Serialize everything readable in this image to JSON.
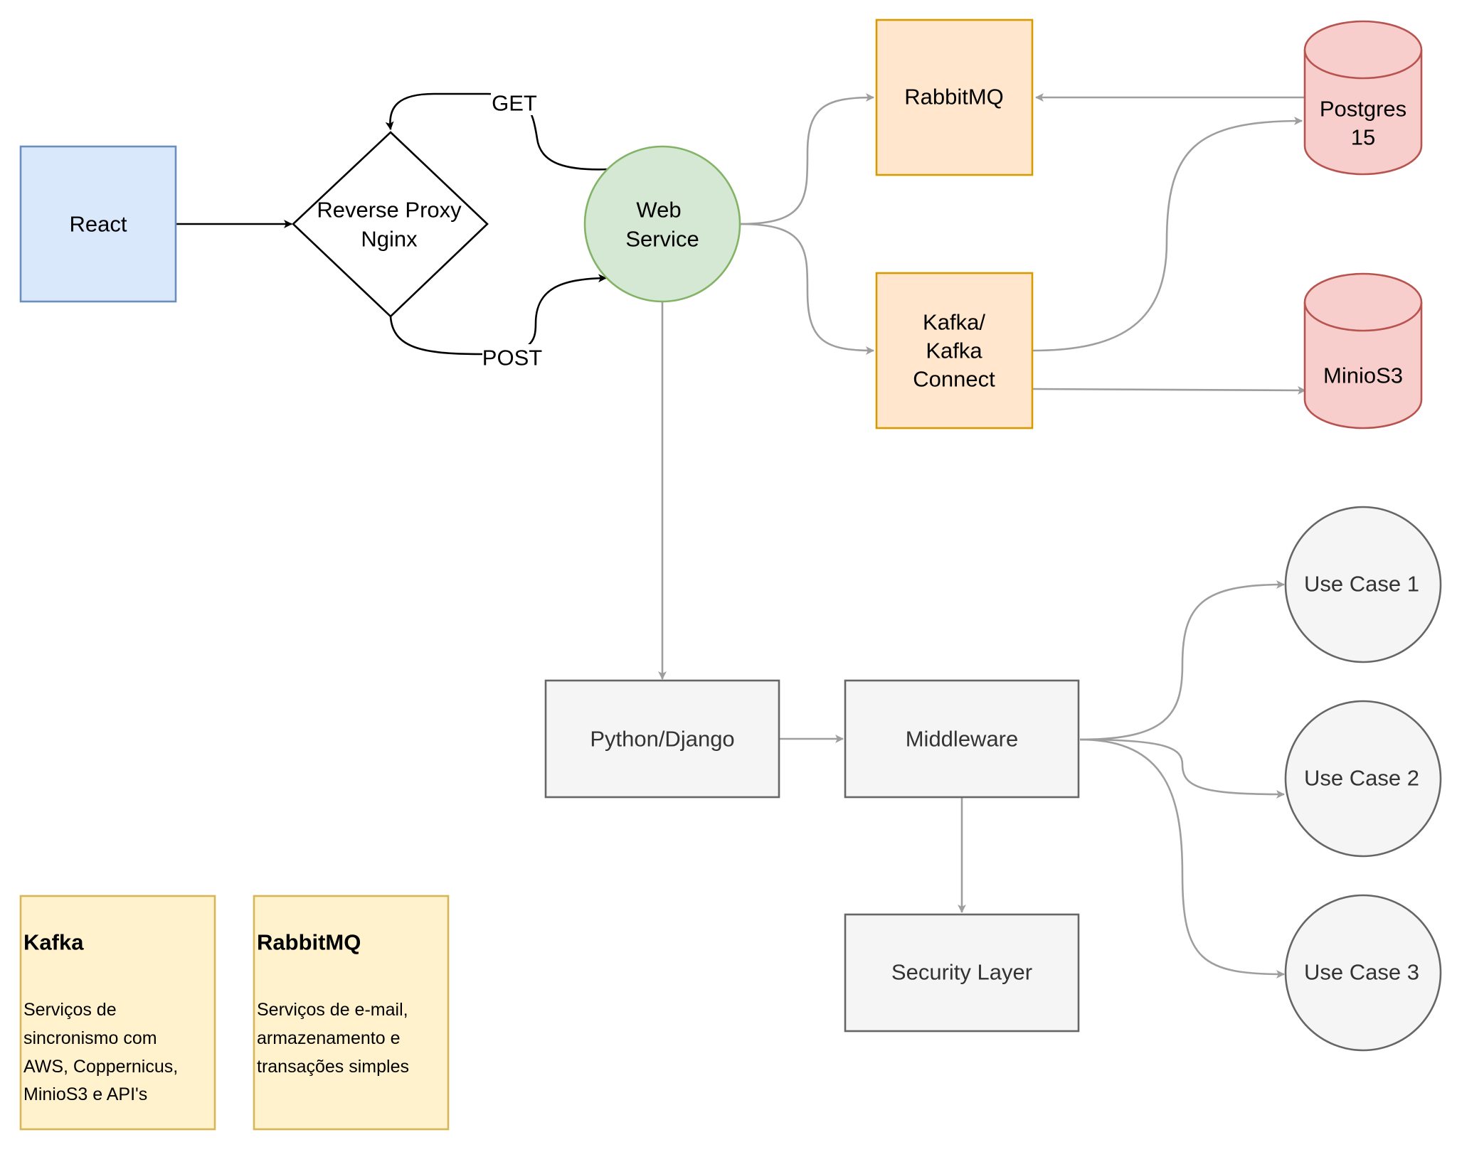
{
  "nodes": {
    "react": {
      "label": "React"
    },
    "proxy": {
      "line1": "Reverse Proxy",
      "line2": "Nginx"
    },
    "web_service": {
      "line1": "Web",
      "line2": "Service"
    },
    "rabbitmq": {
      "label": "RabbitMQ"
    },
    "kafka": {
      "line1": "Kafka/",
      "line2": "Kafka",
      "line3": "Connect"
    },
    "postgres": {
      "line1": "Postgres",
      "line2": "15"
    },
    "minio": {
      "label": "MinioS3"
    },
    "django": {
      "label": "Python/Django"
    },
    "middleware": {
      "label": "Middleware"
    },
    "security": {
      "label": "Security Layer"
    },
    "use_case_1": {
      "label": "Use Case 1"
    },
    "use_case_2": {
      "label": "Use Case 2"
    },
    "use_case_3": {
      "label": "Use Case 3"
    }
  },
  "edge_labels": {
    "get": "GET",
    "post": "POST"
  },
  "notes": {
    "kafka": {
      "title": "Kafka",
      "lines": [
        "Serviços de",
        "sincronismo com",
        "AWS, Coppernicus,",
        "MinioS3 e API's"
      ]
    },
    "rabbitmq": {
      "title": "RabbitMQ",
      "lines": [
        "Serviços de e-mail,",
        "armazenamento e",
        "transações simples"
      ]
    }
  },
  "colors": {
    "blue_fill": "#dae8fc",
    "blue_stroke": "#6c8ebf",
    "green_fill": "#d5e8d4",
    "green_stroke": "#82b366",
    "orange_fill": "#ffe6cc",
    "orange_stroke": "#d79b00",
    "red_fill": "#f8cecc",
    "red_stroke": "#b85450",
    "grey_fill": "#f5f5f5",
    "grey_stroke": "#666666",
    "note_fill": "#fff2cc",
    "note_stroke": "#d6b656"
  }
}
